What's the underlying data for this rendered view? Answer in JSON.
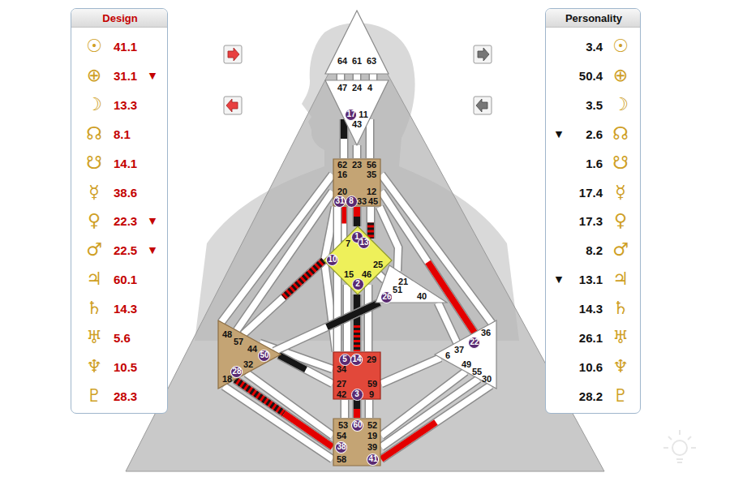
{
  "diagram": {
    "nodes": [
      {
        "text": [
          "Design"
        ]
      },
      {
        "text": [
          "64",
          "61",
          "63"
        ]
      },
      {
        "text": [
          "47",
          "24",
          "4",
          "11",
          "43"
        ]
      },
      {
        "text": [
          "17"
        ],
        "in": 2
      },
      {
        "text": [
          "62",
          "23",
          "56",
          "16",
          "35",
          "20",
          "12",
          "33",
          "45"
        ]
      },
      {
        "text": [
          "31"
        ],
        "in": 4
      },
      {
        "text": [
          "8"
        ],
        "in": 4
      },
      {
        "text": [
          "7",
          "25",
          "15",
          "46"
        ]
      },
      {
        "text": [
          "1"
        ],
        "in": 7
      },
      {
        "text": [
          "13"
        ],
        "in": 7
      },
      {
        "text": [
          "10"
        ],
        "in": 7
      },
      {
        "text": [
          "2"
        ],
        "in": 7
      },
      {
        "text": [
          "21",
          "51",
          "40"
        ]
      },
      {
        "text": [
          "26"
        ],
        "in": 12
      },
      {
        "text": [
          "48",
          "57",
          "44",
          "32",
          "18"
        ]
      },
      {
        "text": [
          "50"
        ],
        "in": 14
      },
      {
        "text": [
          "28"
        ],
        "in": 14
      },
      {
        "text": [
          "29",
          "34",
          "27",
          "59",
          "42",
          "9"
        ]
      },
      {
        "text": [
          "5"
        ],
        "in": 17
      },
      {
        "text": [
          "14"
        ],
        "in": 17
      },
      {
        "text": [
          "3"
        ],
        "in": 17
      },
      {
        "text": [
          "36",
          "37",
          "6",
          "49",
          "55",
          "30"
        ]
      },
      {
        "text": [
          "22"
        ],
        "in": 21
      },
      {
        "text": [
          "53",
          "52",
          "54",
          "19",
          "39",
          "58"
        ]
      },
      {
        "text": [
          "60"
        ],
        "in": 23
      },
      {
        "text": [
          "38"
        ],
        "in": 23
      },
      {
        "text": [
          "41"
        ],
        "in": 23
      },
      {
        "text": [
          "Personality"
        ]
      }
    ],
    "edges": [
      {
        "from": 1,
        "to": 2,
        "arrow": "none"
      },
      {
        "from": 1,
        "to": 2,
        "arrow": "none"
      },
      {
        "from": 1,
        "to": 2,
        "arrow": "none"
      },
      {
        "from": 2,
        "to": 4,
        "arrow": "none"
      },
      {
        "from": 2,
        "to": 4,
        "arrow": "none"
      },
      {
        "from": 2,
        "to": 4,
        "arrow": "none"
      },
      {
        "from": 4,
        "to": 7,
        "arrow": "none"
      },
      {
        "from": 4,
        "to": 7,
        "arrow": "none"
      },
      {
        "from": 4,
        "to": 7,
        "arrow": "none"
      },
      {
        "from": 4,
        "to": 12,
        "arrow": "none"
      },
      {
        "from": 4,
        "to": 21,
        "arrow": "none"
      },
      {
        "from": 4,
        "to": 21,
        "arrow": "none"
      },
      {
        "from": 4,
        "to": 14,
        "arrow": "none"
      },
      {
        "from": 4,
        "to": 14,
        "arrow": "none"
      },
      {
        "from": 7,
        "to": 4,
        "arrow": "none"
      },
      {
        "from": 7,
        "to": 17,
        "arrow": "none"
      },
      {
        "from": 7,
        "to": 14,
        "arrow": "none"
      },
      {
        "from": 17,
        "to": 14,
        "arrow": "none"
      },
      {
        "from": 17,
        "to": 4,
        "arrow": "none"
      },
      {
        "from": 7,
        "to": 17,
        "arrow": "none"
      },
      {
        "from": 7,
        "to": 17,
        "arrow": "none"
      },
      {
        "from": 7,
        "to": 17,
        "arrow": "none"
      },
      {
        "from": 7,
        "to": 12,
        "arrow": "none"
      },
      {
        "from": 12,
        "to": 14,
        "arrow": "none"
      },
      {
        "from": 12,
        "to": 21,
        "arrow": "none"
      },
      {
        "from": 17,
        "to": 14,
        "arrow": "none"
      },
      {
        "from": 17,
        "to": 21,
        "arrow": "none"
      },
      {
        "from": 17,
        "to": 23,
        "arrow": "none"
      },
      {
        "from": 17,
        "to": 23,
        "arrow": "none"
      },
      {
        "from": 17,
        "to": 23,
        "arrow": "none"
      },
      {
        "from": 14,
        "to": 23,
        "arrow": "none"
      },
      {
        "from": 14,
        "to": 23,
        "arrow": "none"
      },
      {
        "from": 14,
        "to": 23,
        "arrow": "none"
      },
      {
        "from": 21,
        "to": 23,
        "arrow": "none"
      },
      {
        "from": 21,
        "to": 23,
        "arrow": "none"
      },
      {
        "from": 23,
        "to": 21,
        "arrow": "none"
      }
    ],
    "labels": [
      "☉",
      "41.1",
      "⊕",
      "31.1",
      "▼",
      "☽",
      "13.3",
      "☊",
      "8.1",
      "☋",
      "14.1",
      "☿",
      "38.6",
      "♀",
      "22.3",
      "▼",
      "♂",
      "22.5",
      "▼",
      "♃",
      "60.1",
      "♄",
      "14.3",
      "♅",
      "5.6",
      "♆",
      "10.5",
      "♇",
      "28.3",
      "3.4",
      "☉",
      "50.4",
      "⊕",
      "3.5",
      "☽",
      "▼",
      "2.6",
      "☊",
      "1.6",
      "☋",
      "17.4",
      "☿",
      "17.3",
      "♀",
      "8.2",
      "♂",
      "▼",
      "13.1",
      "♃",
      "14.3",
      "♄",
      "26.1",
      "♅",
      "10.6",
      "♆",
      "28.2",
      "♇"
    ]
  }
}
